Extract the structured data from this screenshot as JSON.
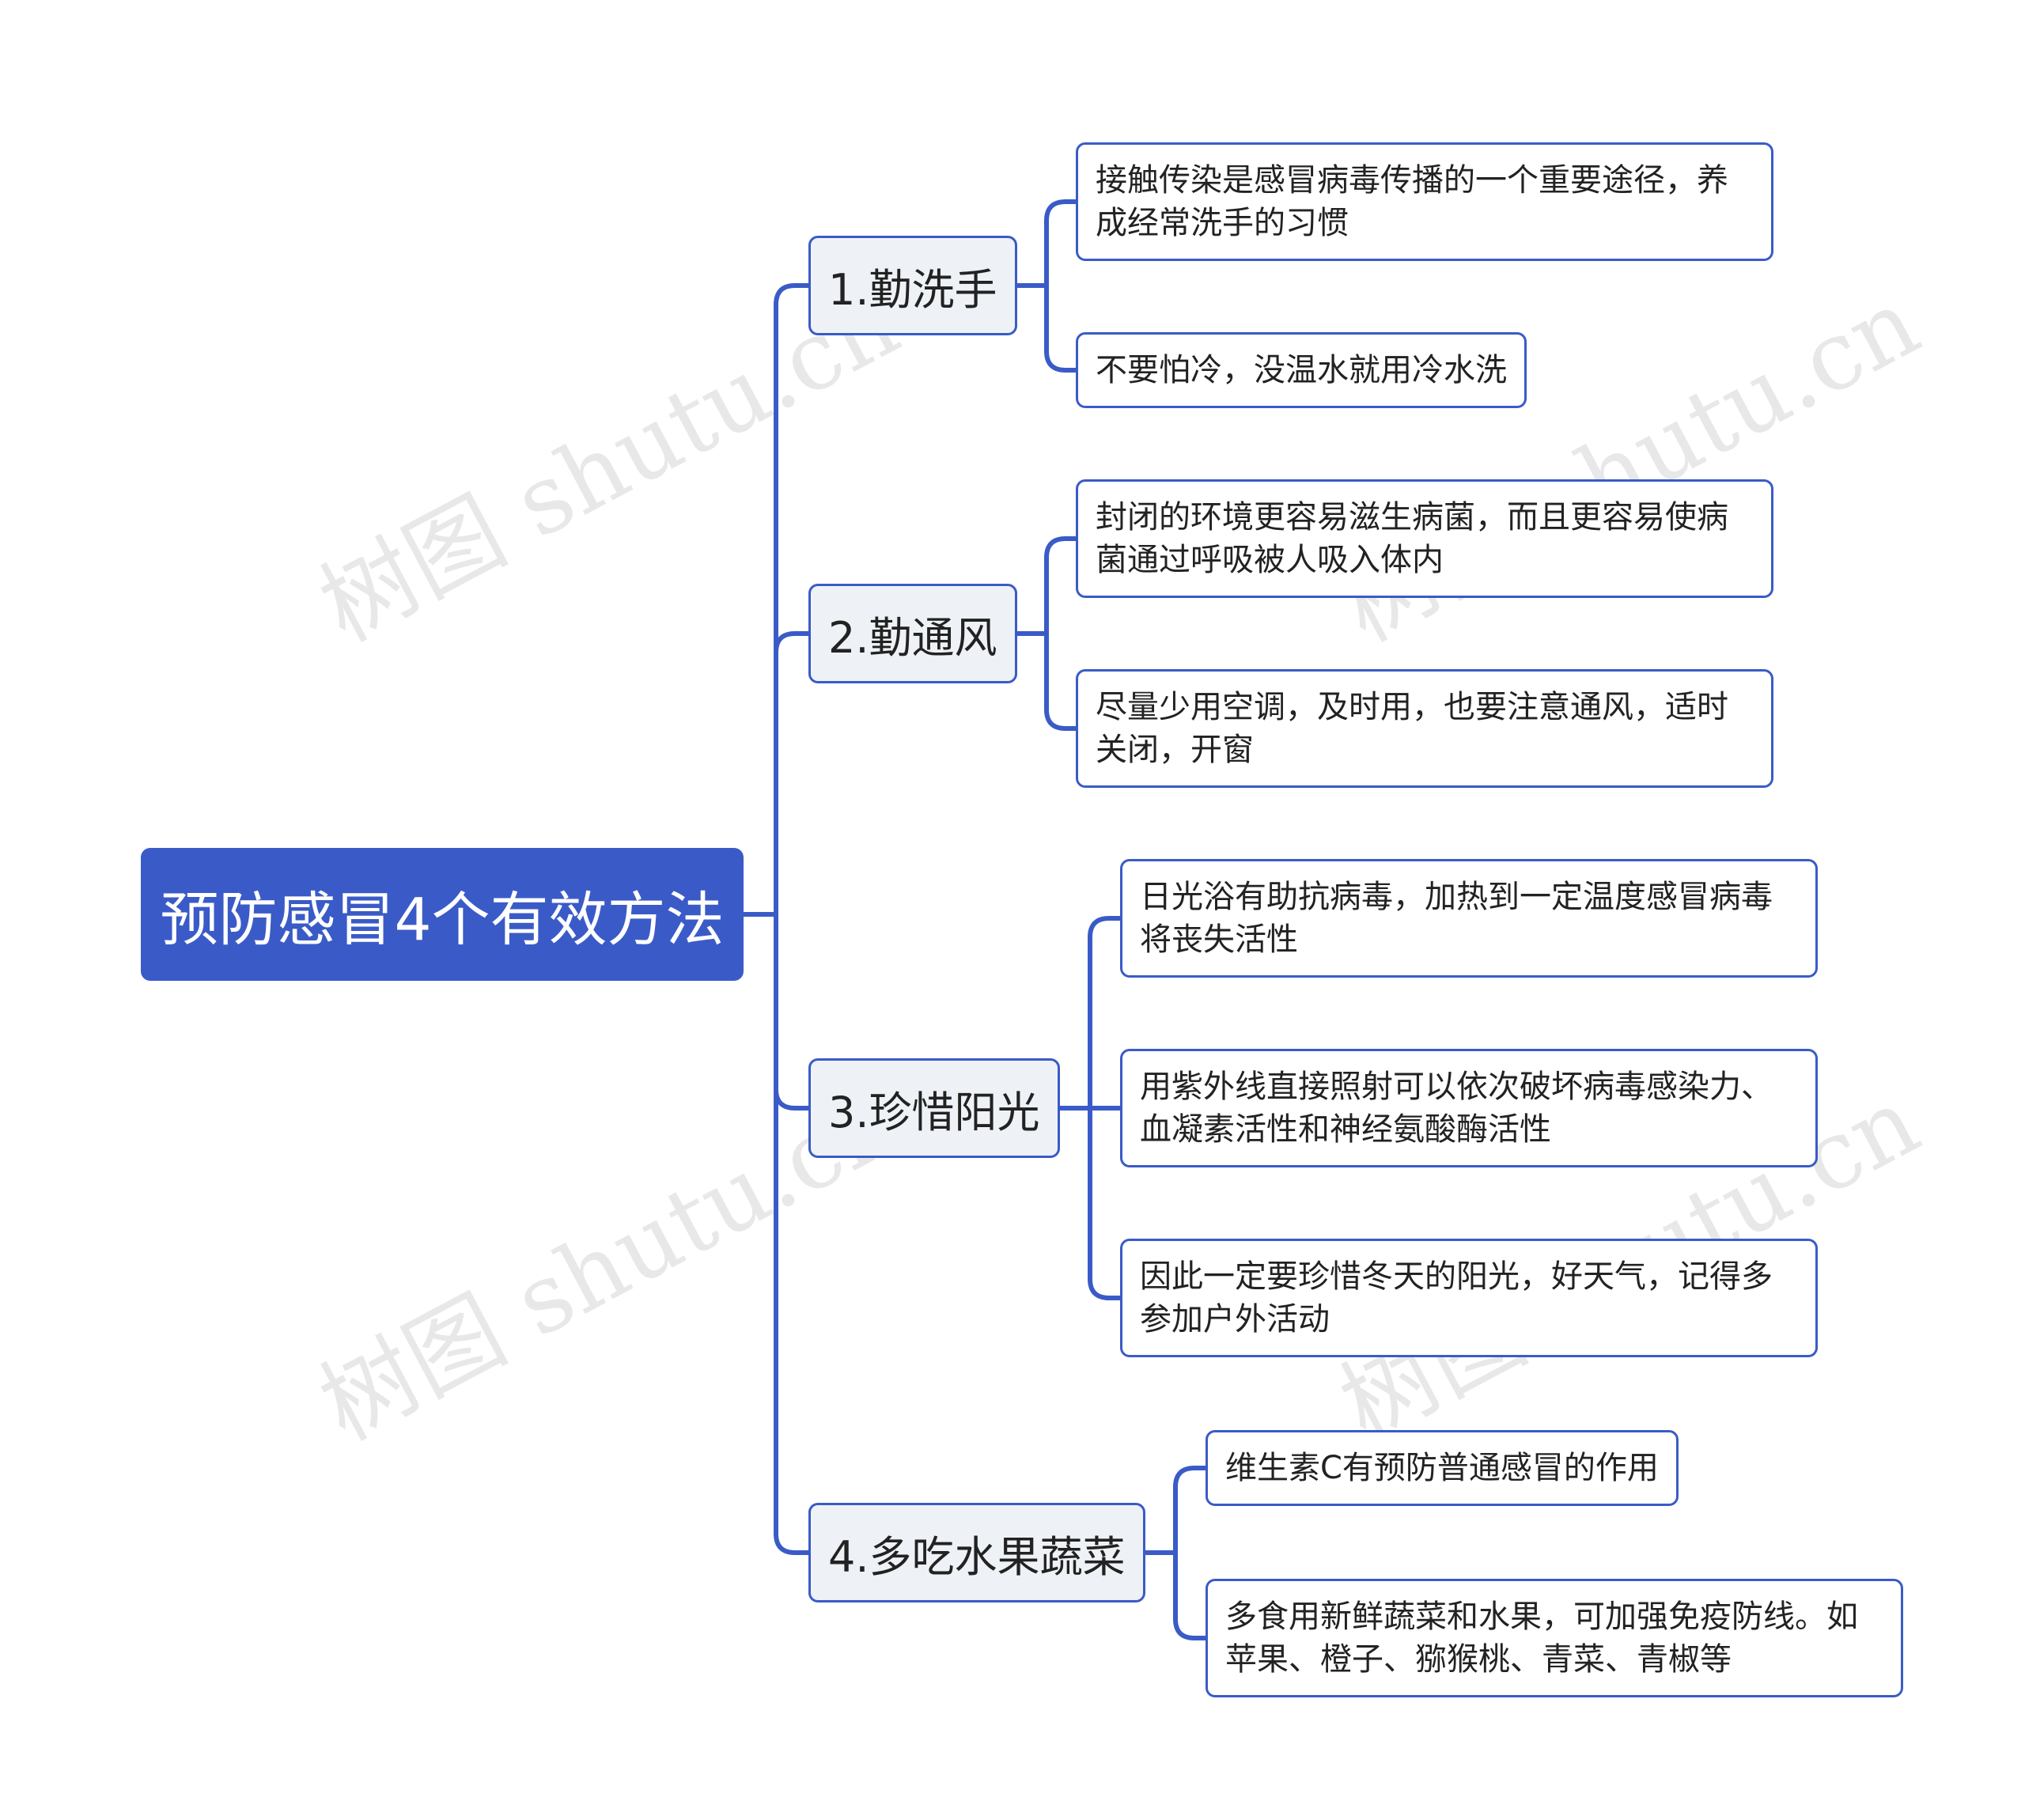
{
  "root": {
    "label": "预防感冒4个有效方法"
  },
  "branches": [
    {
      "label": "1.勤洗手",
      "children": [
        "接触传染是感冒病毒传播的一个重要途径，养成经常洗手的习惯",
        "不要怕冷，没温水就用冷水洗"
      ]
    },
    {
      "label": "2.勤通风",
      "children": [
        "封闭的环境更容易滋生病菌，而且更容易使病菌通过呼吸被人吸入体内",
        "尽量少用空调，及时用，也要注意通风，适时关闭，开窗"
      ]
    },
    {
      "label": "3.珍惜阳光",
      "children": [
        "日光浴有助抗病毒，加热到一定温度感冒病毒将丧失活性",
        "用紫外线直接照射可以依次破坏病毒感染力、血凝素活性和神经氨酸酶活性",
        "因此一定要珍惜冬天的阳光，好天气，记得多参加户外活动"
      ]
    },
    {
      "label": "4.多吃水果蔬菜",
      "children": [
        "维生素C有预防普通感冒的作用",
        "多食用新鲜蔬菜和水果，可加强免疫防线。如苹果、橙子、猕猴桃、青菜、青椒等"
      ]
    }
  ],
  "watermark": "树图 shutu.cn",
  "colors": {
    "accent": "#3a5bc7",
    "branch_bg": "#eef2f6"
  }
}
